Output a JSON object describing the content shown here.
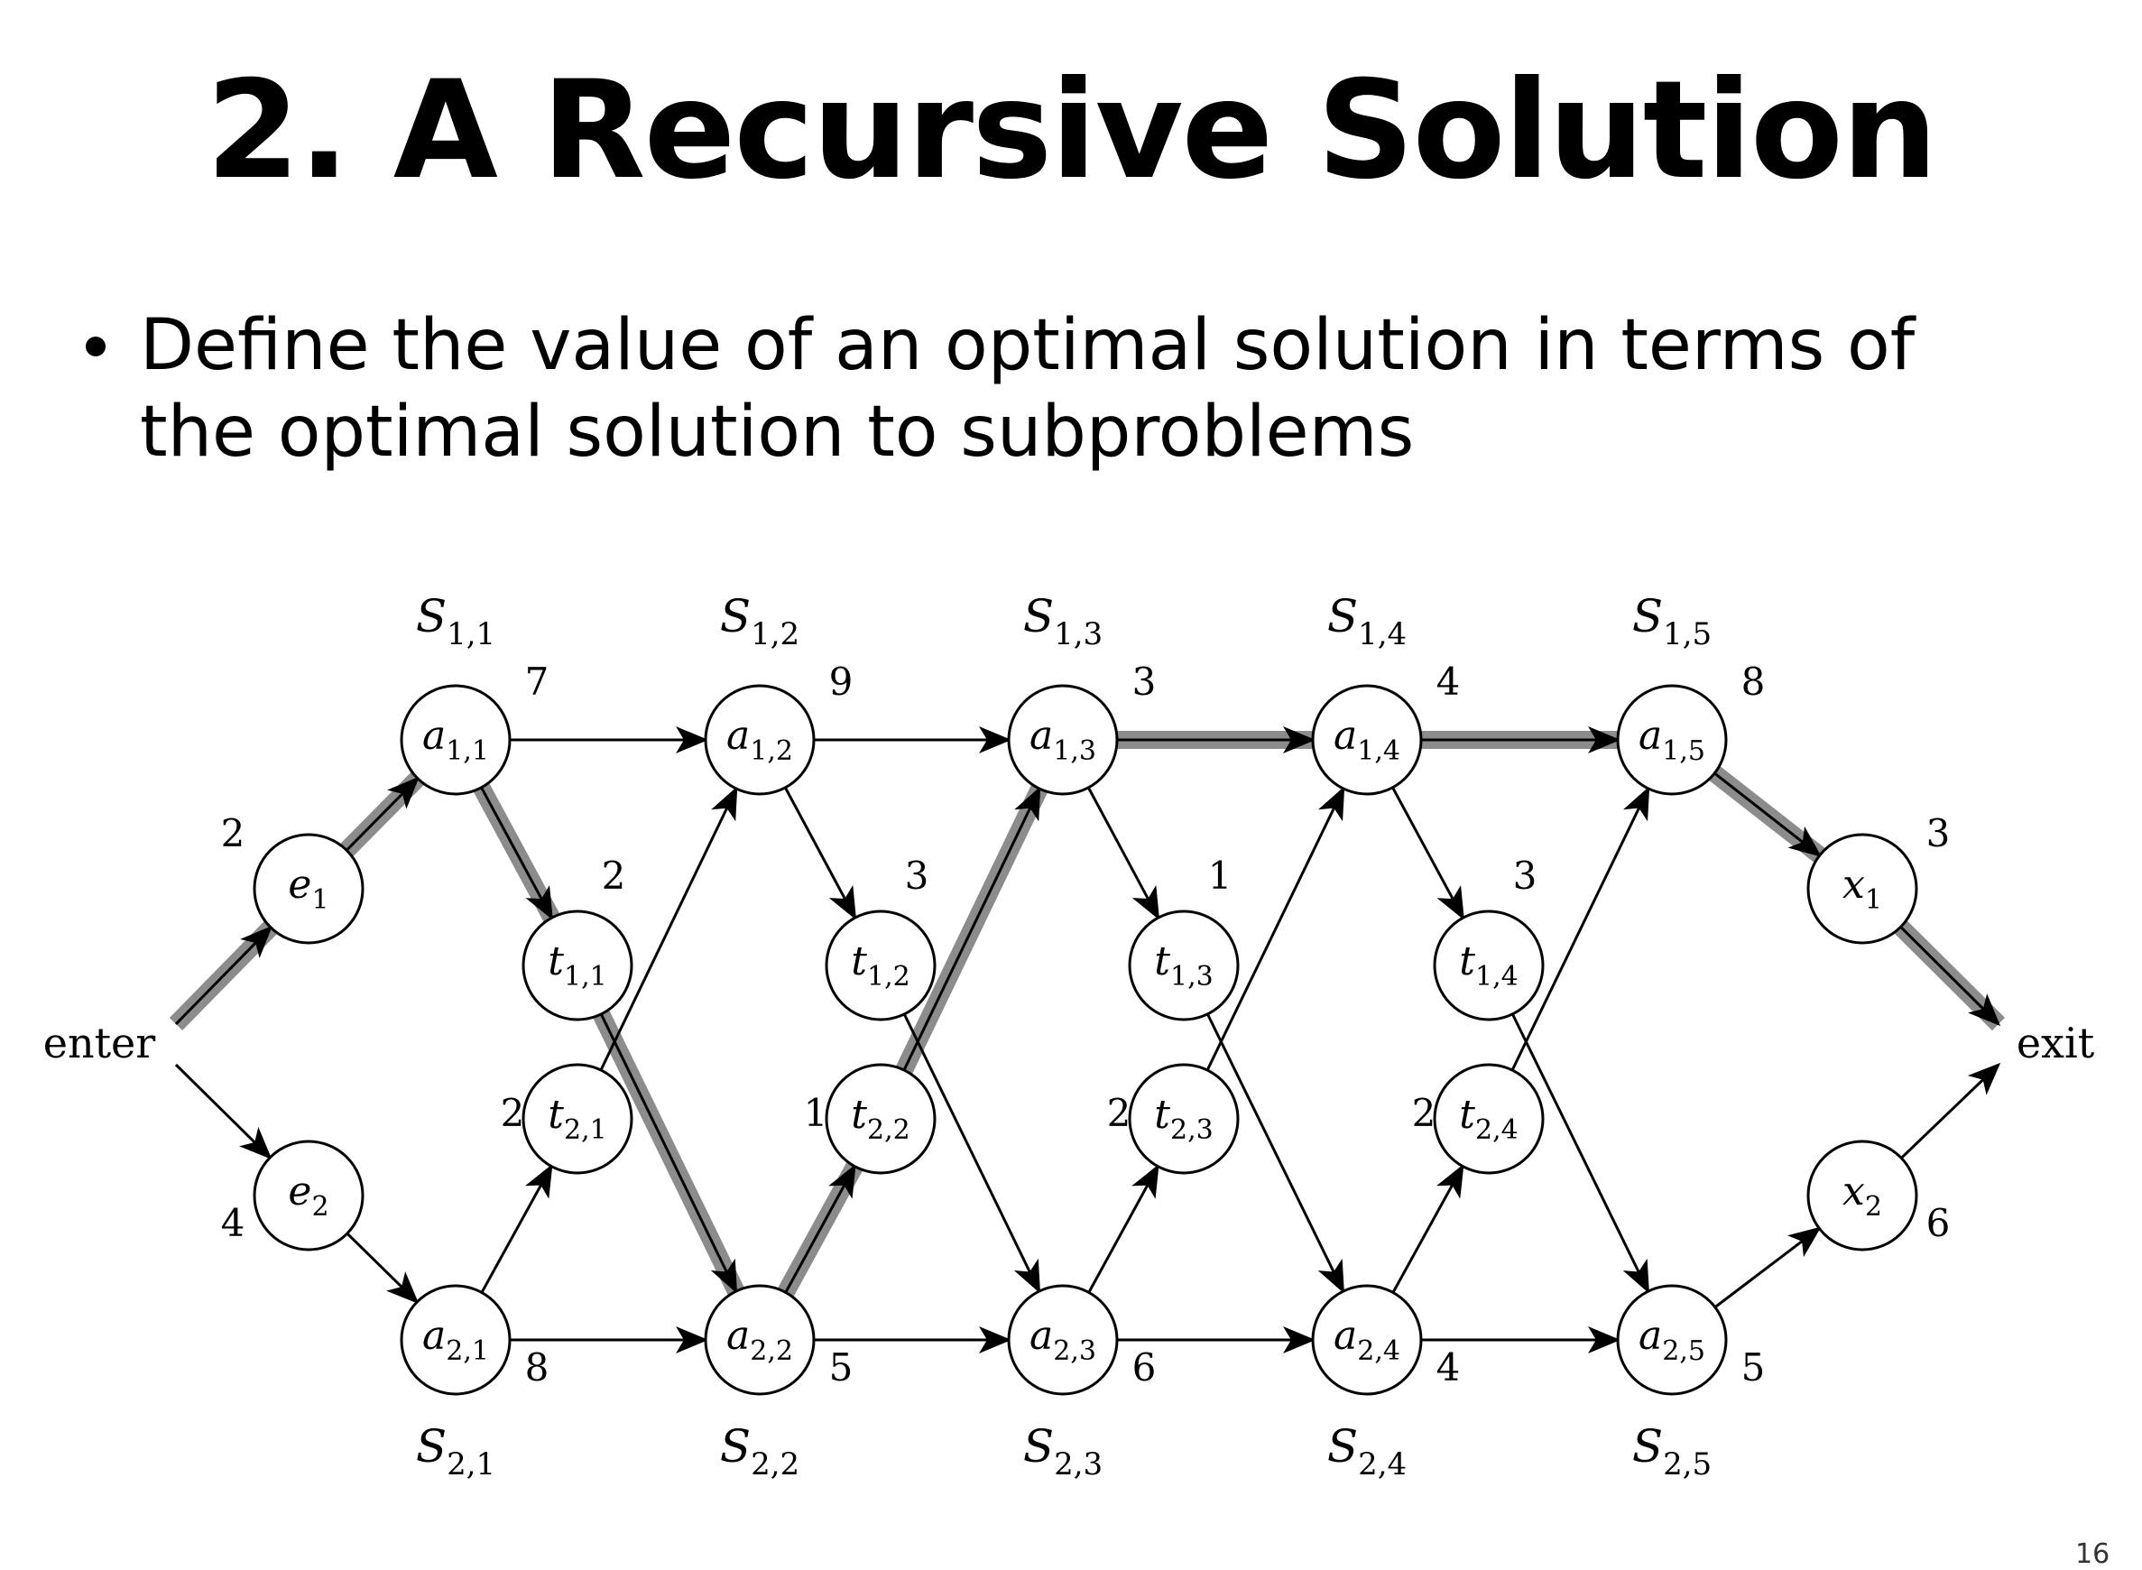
{
  "slide": {
    "title": "2. A Recursive Solution",
    "bullet": "Define the value of an optimal solution in terms of the optimal solution to subproblems",
    "page_number": "16"
  },
  "diagram": {
    "enter_label": "enter",
    "exit_label": "exit",
    "stations_top": [
      {
        "label": "S1,1",
        "node": "a1,1",
        "cost": "7"
      },
      {
        "label": "S1,2",
        "node": "a1,2",
        "cost": "9"
      },
      {
        "label": "S1,3",
        "node": "a1,3",
        "cost": "3"
      },
      {
        "label": "S1,4",
        "node": "a1,4",
        "cost": "4"
      },
      {
        "label": "S1,5",
        "node": "a1,5",
        "cost": "8"
      }
    ],
    "stations_bottom": [
      {
        "label": "S2,1",
        "node": "a2,1",
        "cost": "8"
      },
      {
        "label": "S2,2",
        "node": "a2,2",
        "cost": "5"
      },
      {
        "label": "S2,3",
        "node": "a2,3",
        "cost": "6"
      },
      {
        "label": "S2,4",
        "node": "a2,4",
        "cost": "4"
      },
      {
        "label": "S2,5",
        "node": "a2,5",
        "cost": "5"
      }
    ],
    "transfer_top": [
      {
        "node": "t1,1",
        "cost": "2"
      },
      {
        "node": "t1,2",
        "cost": "3"
      },
      {
        "node": "t1,3",
        "cost": "1"
      },
      {
        "node": "t1,4",
        "cost": "3"
      }
    ],
    "transfer_bottom": [
      {
        "node": "t2,1",
        "cost": "2"
      },
      {
        "node": "t2,2",
        "cost": "1"
      },
      {
        "node": "t2,3",
        "cost": "2"
      },
      {
        "node": "t2,4",
        "cost": "2"
      }
    ],
    "entry": [
      {
        "node": "e1",
        "cost": "2"
      },
      {
        "node": "e2",
        "cost": "4"
      }
    ],
    "exit_nodes": [
      {
        "node": "x1",
        "cost": "3"
      },
      {
        "node": "x2",
        "cost": "6"
      }
    ],
    "highlight_color": "#8c8c8c"
  }
}
